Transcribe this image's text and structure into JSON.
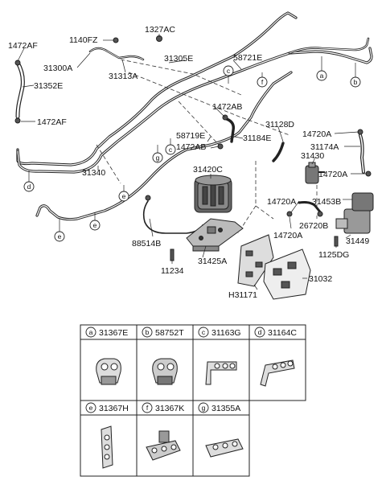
{
  "parts": {
    "p1472AF_top": "1472AF",
    "p1140FZ": "1140FZ",
    "p1327AC": "1327AC",
    "p31305E": "31305E",
    "p58721E": "58721E",
    "p31300A": "31300A",
    "p31313A": "31313A",
    "p31352E": "31352E",
    "p1472AF_mid": "1472AF",
    "p1472AB_mid": "1472AB",
    "p31128D": "31128D",
    "p31184E": "31184E",
    "p58719E": "58719E",
    "p1472AB_low": "1472AB",
    "p14720A_1": "14720A",
    "p31174A": "31174A",
    "p31420C": "31420C",
    "p31340": "31340",
    "p31430": "31430",
    "p14720A_2": "14720A",
    "p14720A_3": "14720A",
    "p31453B": "31453B",
    "p26720B": "26720B",
    "p14720A_4": "14720A",
    "p88514B": "88514B",
    "p31449": "31449",
    "p1125DG": "1125DG",
    "p31425A": "31425A",
    "p11234": "11234",
    "p31032": "31032",
    "pH31171": "H31171"
  },
  "callouts": {
    "a": "a",
    "b": "b",
    "c": "c",
    "d": "d",
    "e": "e",
    "f": "f",
    "g": "g"
  },
  "legend": {
    "cells": [
      {
        "letter": "a",
        "part": "31367E"
      },
      {
        "letter": "b",
        "part": "58752T"
      },
      {
        "letter": "c",
        "part": "31163G"
      },
      {
        "letter": "d",
        "part": "31164C"
      },
      {
        "letter": "e",
        "part": "31367H"
      },
      {
        "letter": "f",
        "part": "31367K"
      },
      {
        "letter": "g",
        "part": "31355A"
      }
    ]
  }
}
